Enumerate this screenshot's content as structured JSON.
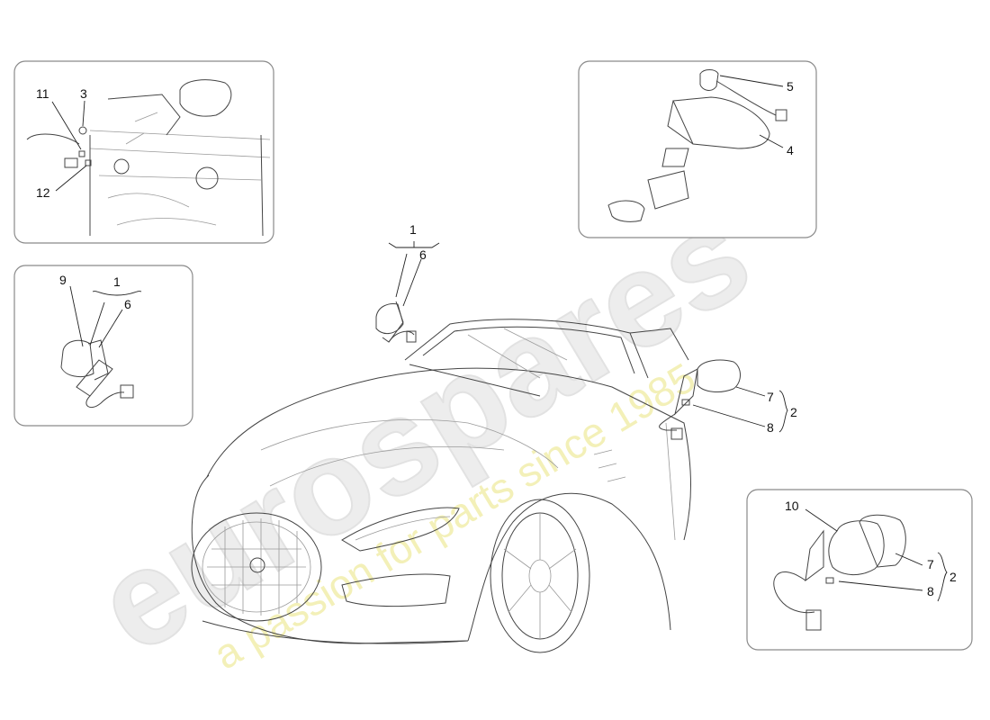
{
  "watermark": {
    "brand": "eurospares",
    "tagline": "a passion for parts since 1985"
  },
  "callouts": {
    "c1a": "1",
    "c6a": "6",
    "c1b": "1",
    "c6b": "6",
    "c9": "9",
    "c3": "3",
    "c11": "11",
    "c12": "12",
    "c5": "5",
    "c4": "4",
    "c7a": "7",
    "c8a": "8",
    "c2a": "2",
    "c10": "10",
    "c7b": "7",
    "c8b": "8",
    "c2b": "2"
  }
}
